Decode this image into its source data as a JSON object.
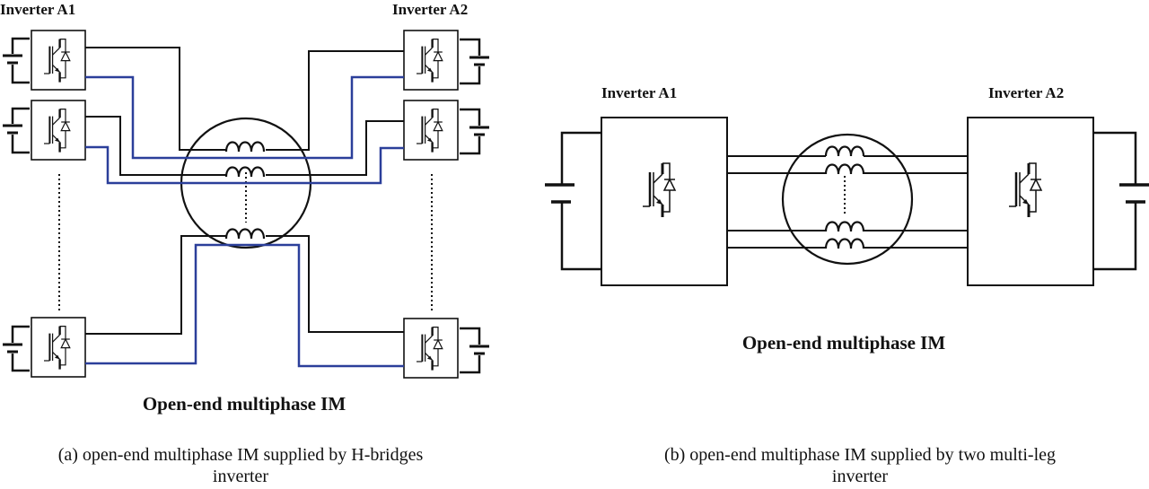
{
  "panel_a": {
    "inverter_left_label": "Inverter A1",
    "inverter_right_label": "Inverter A2",
    "motor_label": "Open-end multiphase IM",
    "caption_line1": "(a) open-end multiphase  IM supplied by H-bridges",
    "caption_line2": "inverter",
    "modules_per_side": 3,
    "visible_winding_count": 3
  },
  "panel_b": {
    "inverter_left_label": "Inverter A1",
    "inverter_right_label": "Inverter A2",
    "motor_label": "Open-end multiphase IM",
    "caption_line1": "(b) open-end multiphase  IM supplied by two multi-leg",
    "caption_line2": "inverter",
    "visible_winding_count": 4
  },
  "colors": {
    "wire_black": "#111111",
    "wire_blue": "#2b3f9a",
    "background": "#ffffff"
  }
}
